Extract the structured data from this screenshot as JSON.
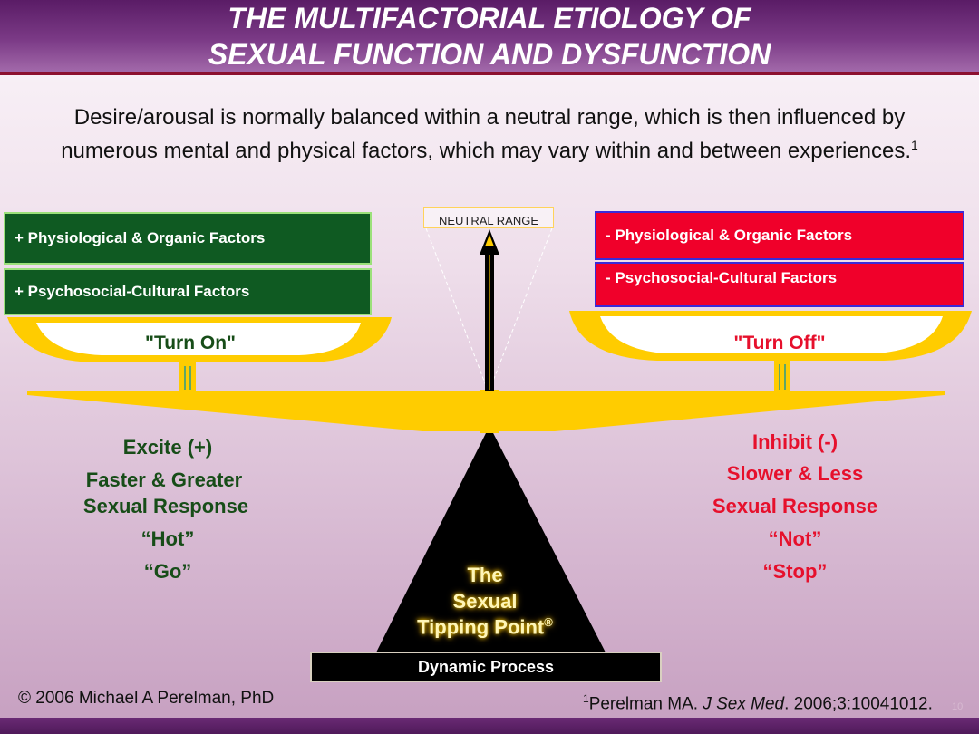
{
  "header": {
    "title_line1": "THE MULTIFACTORIAL ETIOLOGY OF",
    "title_line2": "SEXUAL FUNCTION AND DYSFUNCTION"
  },
  "subtitle": {
    "line1": "Desire/arousal is normally balanced within a neutral range, which is then influenced by",
    "line2": "numerous mental and physical factors, which may vary within and between experiences.",
    "footnote_mark": "1"
  },
  "left": {
    "factor1": "+ Physiological & Organic Factors",
    "factor2": "+ Psychosocial-Cultural Factors",
    "pan_label": "\"Turn On\"",
    "effects": [
      "Excite (+)",
      "Faster & Greater",
      "Sexual Response",
      "“Hot”",
      "“Go”"
    ]
  },
  "right": {
    "factor1": "- Physiological & Organic Factors",
    "factor2": "- Psychosocial-Cultural Factors",
    "pan_label": "\"Turn Off\"",
    "effects": [
      "Inhibit (-)",
      "Slower & Less",
      "Sexual Response",
      "“Not”",
      "“Stop”"
    ]
  },
  "neutral_range": "NEUTRAL RANGE",
  "tipping_point": {
    "line1": "The",
    "line2": "Sexual",
    "line3": "Tipping Point",
    "mark": "®"
  },
  "dynamic_process": "Dynamic Process",
  "footer": {
    "copyright": "© 2006 Michael A Perelman, PhD",
    "ref_mark": "1",
    "ref_author": "Perelman MA. ",
    "ref_journal": "J Sex Med",
    "ref_rest": ". 2006;3:10041012.",
    "page_number": "10"
  },
  "colors": {
    "header": "#5a1c66",
    "positive": "#0f5a22",
    "negative": "#f0002a",
    "scale": "#ffcc00",
    "fulcrum": "#000000"
  }
}
